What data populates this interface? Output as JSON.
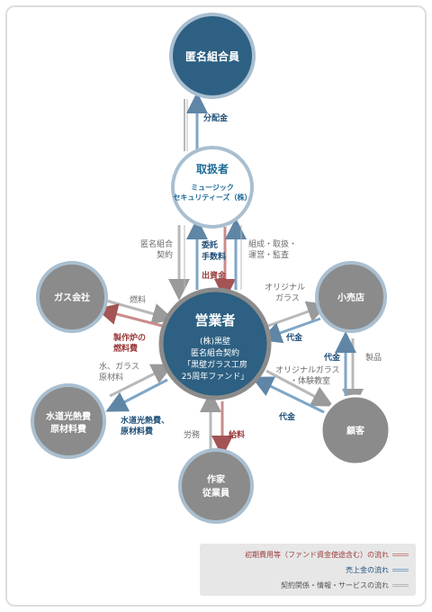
{
  "nodes": {
    "investors": "匿名組合員",
    "handler": {
      "title": "取扱者",
      "line1": "ミュージック",
      "line2": "セキュリティーズ（株）"
    },
    "operator": {
      "title": "営業者",
      "line1": "(株)黒壁",
      "line2": "匿名組合契約",
      "line3": "「黒壁ガラス工房",
      "line4": "25周年ファンド」"
    },
    "gas": "ガス会社",
    "retail": "小売店",
    "utility": {
      "line1": "水道光熱費",
      "line2": "原材料費"
    },
    "customer": "顧客",
    "artisan": {
      "line1": "作家",
      "line2": "従業員"
    }
  },
  "labels": {
    "distribution": "分配金",
    "contract_l1": "匿名組合",
    "contract_l2": "契約",
    "consign_l1": "委託",
    "consign_l2": "手数料",
    "invest": "出資金",
    "org_l1": "組成・取扱・",
    "org_l2": "運営・監査",
    "fuel": "燃料",
    "furnace_l1": "製作炉の",
    "furnace_l2": "燃料費",
    "water_l1": "水、ガラス",
    "water_l2": "原材料",
    "wcost_l1": "水道光熱費、",
    "wcost_l2": "原材料費",
    "orig_l1": "オリジナル",
    "orig_l2": "ガラス",
    "price_retail": "代金",
    "product": "製品",
    "price_cust_up": "代金",
    "orig_exp_l1": "オリジナルガラス",
    "orig_exp_l2": "・体験教室",
    "price_cust": "代金",
    "labor": "労務",
    "salary": "給料"
  },
  "legend": {
    "initial": "初期費用等（ファンド資金使途含む）の流れ",
    "sales": "売上金の流れ",
    "contract": "契約関係・情報・サービスの流れ"
  },
  "colors": {
    "node_dark": "#2d6082",
    "node_gray": "#8b8b8b",
    "ring": "#a9bfd0",
    "accent_blue": "#1f6b97",
    "flow_red": "#c88c8c",
    "flow_blue": "#7fa6c6",
    "flow_gray": "#b8b8b8",
    "text_red": "#9b3a3a",
    "text_blue": "#1f4f78",
    "text_gray": "#6b6b6b"
  }
}
